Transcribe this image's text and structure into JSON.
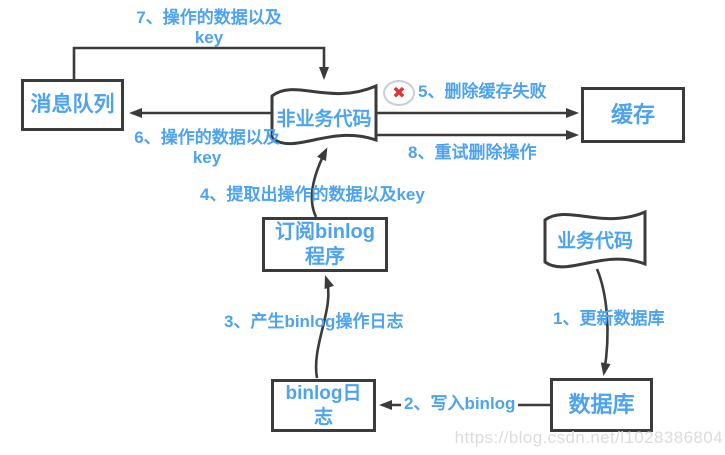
{
  "diagram": {
    "nodes": {
      "message_queue": {
        "label": "消息队列"
      },
      "non_business_code": {
        "label": "非业务代码"
      },
      "cache": {
        "label": "缓存"
      },
      "binlog_subscriber": {
        "line1": "订阅binlog",
        "line2": "程序"
      },
      "business_code": {
        "label": "业务代码"
      },
      "binlog_log": {
        "line1": "binlog日",
        "line2": "志"
      },
      "database": {
        "label": "数据库"
      }
    },
    "edges": {
      "step1": {
        "label": "1、更新数据库"
      },
      "step2": {
        "label": "2、写入binlog"
      },
      "step3": {
        "label": "3、产生binlog操作日志"
      },
      "step4": {
        "label": "4、提取出操作的数据以及key"
      },
      "step5": {
        "label": "5、删除缓存失败"
      },
      "step6": {
        "line1": "6、操作的数据以及",
        "line2": "key"
      },
      "step7": {
        "line1": "7、操作的数据以及",
        "line2": "key"
      },
      "step8": {
        "label": "8、重试删除操作"
      }
    },
    "error_icon_glyph": "✖",
    "watermark": "https://blog.csdn.net/l1028386804",
    "colors": {
      "accent_blue": "#4da3f0",
      "line_dark": "#3b3b3b",
      "error_red": "#e23333",
      "node_fill": "#ffffff",
      "watermark_gray": "#dcdcdc"
    }
  }
}
